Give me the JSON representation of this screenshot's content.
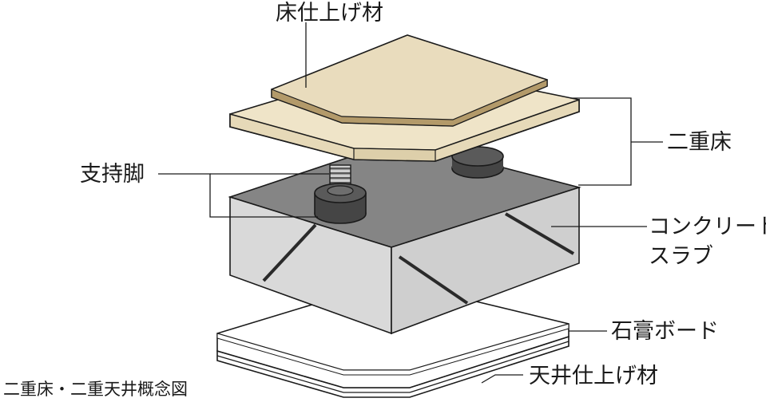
{
  "labels": {
    "floor_finish": "床仕上げ材",
    "double_floor": "二重床",
    "support_leg": "支持脚",
    "concrete_slab_line1": "コンクリート",
    "concrete_slab_line2": "スラブ",
    "gypsum_board": "石膏ボード",
    "ceiling_finish": "天井仕上げ材",
    "caption": "二重床・二重天井概念図"
  },
  "colors": {
    "floor_panel": "#efe4c8",
    "floor_finish": "#e9dcbd",
    "slab_top": "#858585",
    "slab_left": "#d9d9d9",
    "slab_front": "#c8c8c8",
    "slab_right": "#cfcfcf",
    "leg_rubber": "#454545",
    "outline": "#1a1a1a",
    "board": "#ffffff"
  }
}
